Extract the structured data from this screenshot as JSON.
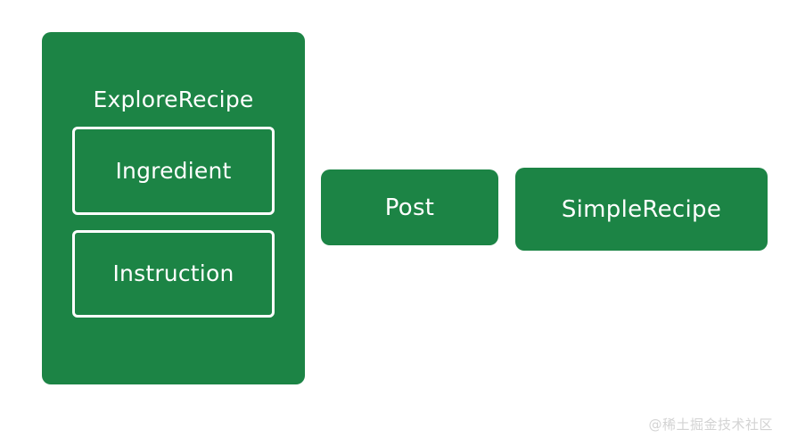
{
  "diagram": {
    "background_color": "#ffffff",
    "node_fill_color": "#1c8445",
    "node_text_color": "#ffffff",
    "nodes": [
      {
        "id": "explore-recipe",
        "label": "ExploreRecipe",
        "children": [
          {
            "id": "ingredient",
            "label": "Ingredient"
          },
          {
            "id": "instruction",
            "label": "Instruction"
          }
        ]
      },
      {
        "id": "post",
        "label": "Post"
      },
      {
        "id": "simple-recipe",
        "label": "SimpleRecipe"
      }
    ]
  },
  "watermark": {
    "text": "@稀土掘金技术社区",
    "color": "#d3d3d3"
  }
}
